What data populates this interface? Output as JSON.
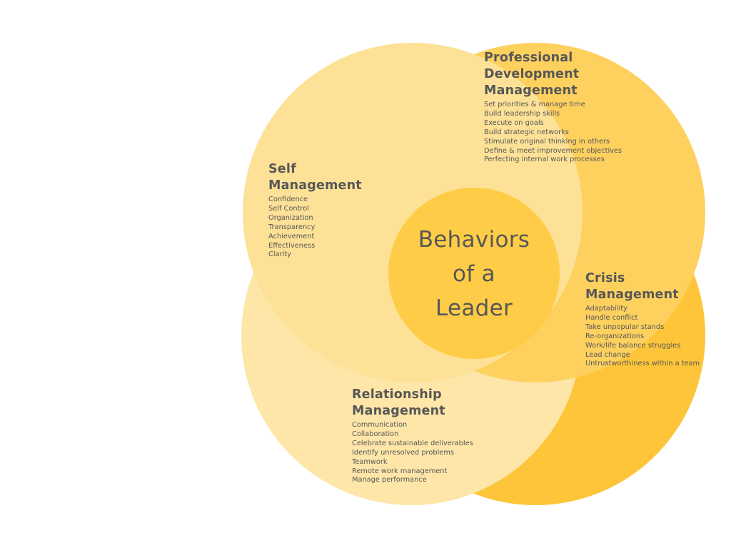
{
  "colors": {
    "background": "#ffffff",
    "text": "#575757",
    "self_circle": "#FDE196",
    "relationship_circle": "#FEE6A9",
    "professional_circle": "#FED15F",
    "crisis_circle": "#FEC53A",
    "center_circle": "#FECC46"
  },
  "center": {
    "lines": [
      "Behaviors",
      "of a",
      "Leader"
    ]
  },
  "sections": {
    "professional": {
      "title_lines": [
        "Professional",
        "Development",
        "Management"
      ],
      "items": [
        "Set priorities & manage time",
        "Build leadership skills",
        "Execute on goals",
        "Build strategic networks",
        "Stimulate original thinking in others",
        "Define & meet improvement objectives",
        "Perfecting internal work processes"
      ]
    },
    "self": {
      "title_lines": [
        "Self",
        "Management"
      ],
      "items": [
        "Confidence",
        "Self Control",
        "Organization",
        "Transparency",
        "Achievement",
        "Effectiveness",
        "Clarity"
      ]
    },
    "crisis": {
      "title_lines": [
        "Crisis",
        "Management"
      ],
      "items": [
        "Adaptability",
        "Handle conflict",
        "Take unpopular stands",
        "Re-organizations",
        "Work/life balance struggles",
        "Lead change",
        "Untrustworthiness within a team"
      ]
    },
    "relationship": {
      "title_lines": [
        "Relationship",
        "Management"
      ],
      "items": [
        "Communication",
        "Collaboration",
        "Celebrate sustainable deliverables",
        "Identify unresolved problems",
        "Teamwork",
        "Remote work management",
        "Manage performance"
      ]
    }
  }
}
